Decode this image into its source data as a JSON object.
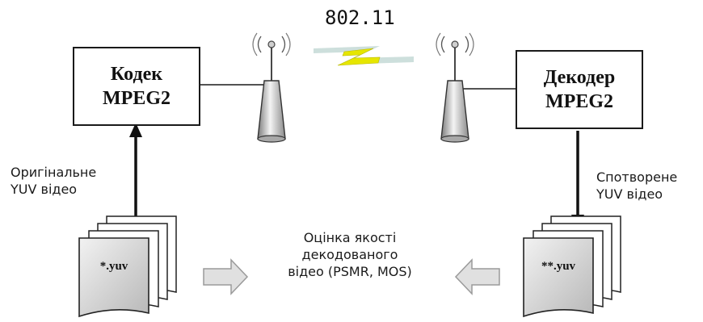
{
  "network_label": "802.11",
  "encoder": {
    "line1": "Кодек",
    "line2": "MPEG2"
  },
  "decoder": {
    "line1": "Декодер",
    "line2": "MPEG2"
  },
  "source_label": {
    "line1": "Оригінальне",
    "line2": "YUV відео"
  },
  "received_label": {
    "line1": "Спотворене",
    "line2": "YUV відео"
  },
  "evaluation_label": {
    "line1": "Оцінка якості",
    "line2": "декодованого",
    "line3": "відео (PSMR, MOS)"
  },
  "source_file": "*.yuv",
  "received_file": "**.yuv",
  "colors": {
    "wireless_bolt": "#e6e600",
    "wireless_shadow": "#c8dcd8",
    "arrow_gray": "#d4d4d4",
    "stroke": "#1a1a1a"
  }
}
